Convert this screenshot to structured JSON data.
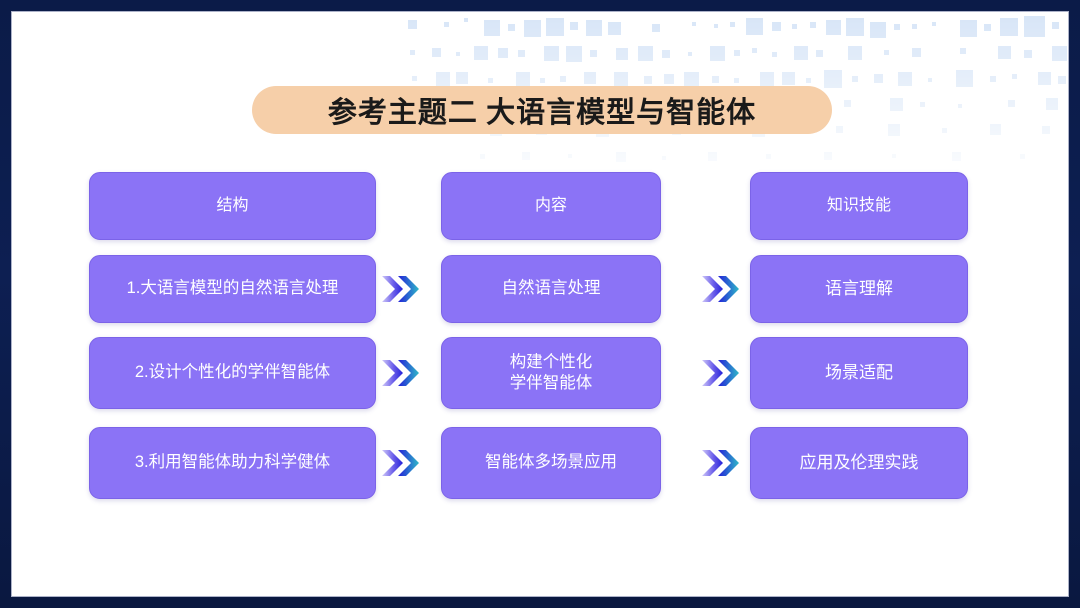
{
  "slide": {
    "title": "参考主题二  大语言模型与智能体",
    "frame_color": "#0d1d4e",
    "canvas_color": "#ffffff",
    "title_pill_color": "#f6cfa9",
    "box_color": "#8b73f6",
    "box_text_color": "#ffffff",
    "arrow_gradient_from": "#b9aef6",
    "arrow_gradient_mid": "#2a2ae0",
    "arrow_gradient_to": "#2fb8c8"
  },
  "table": {
    "headers": [
      {
        "label": "结构"
      },
      {
        "label": "内容"
      },
      {
        "label": "知识技能"
      }
    ],
    "rows": [
      {
        "structure": "1.大语言模型的自然语言处理",
        "content": "自然语言处理",
        "content_lines": [
          "自然语言处理"
        ],
        "skill": "语言理解"
      },
      {
        "structure": "2.设计个性化的学伴智能体",
        "content": "构建个性化 学伴智能体",
        "content_lines": [
          "构建个性化",
          "学伴智能体"
        ],
        "skill": "场景适配"
      },
      {
        "structure": "3.利用智能体助力科学健体",
        "content": "智能体多场景应用",
        "content_lines": [
          "智能体多场景应用"
        ],
        "skill": "应用及伦理实践"
      }
    ]
  },
  "arrows": {
    "icon": "double-chevron-right-icon",
    "count": 6
  },
  "decoration": {
    "mosaic_icon": "pixel-mosaic-decoration",
    "mosaic_color": "#dbe7f8"
  }
}
